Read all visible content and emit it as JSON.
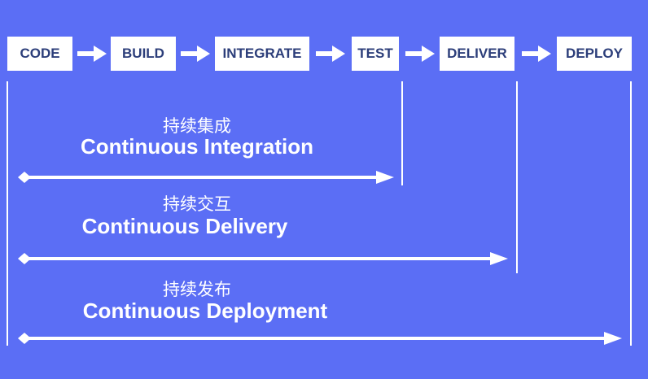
{
  "background_color": "#5b6ef5",
  "stages": [
    {
      "label": "CODE"
    },
    {
      "label": "BUILD"
    },
    {
      "label": "INTEGRATE"
    },
    {
      "label": "TEST"
    },
    {
      "label": "DELIVER"
    },
    {
      "label": "DEPLOY"
    }
  ],
  "practices": [
    {
      "zh": "持续集成",
      "en": "Continuous Integration"
    },
    {
      "zh": "持续交互",
      "en": "Continuous Delivery"
    },
    {
      "zh": "持续发布",
      "en": "Continuous Deployment"
    }
  ]
}
